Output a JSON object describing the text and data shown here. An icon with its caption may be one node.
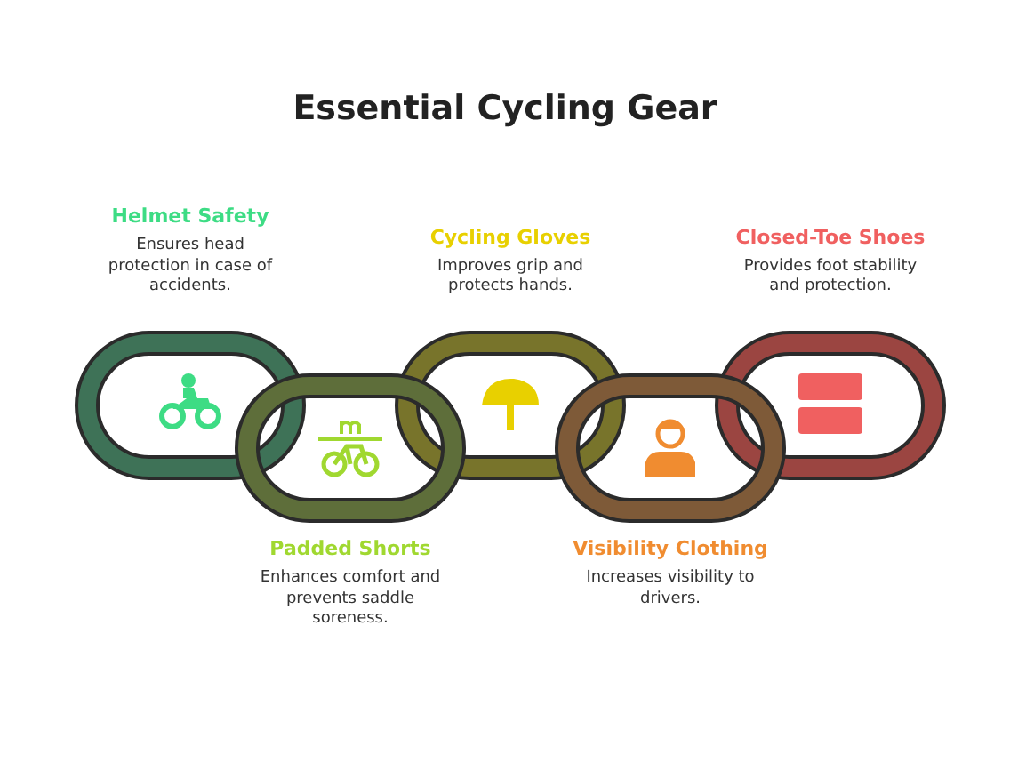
{
  "diagram": {
    "title": "Essential Cycling Gear",
    "nodes": [
      {
        "text": [
          "Helmet Safety",
          "Ensures head protection in case of accidents."
        ]
      },
      {
        "text": [
          "Padded Shorts",
          "Enhances comfort and prevents saddle soreness."
        ]
      },
      {
        "text": [
          "Cycling Gloves",
          "Improves grip and protects hands."
        ]
      },
      {
        "text": [
          "Visibility Clothing",
          "Increases visibility to drivers."
        ]
      },
      {
        "text": [
          "Closed-Toe Shoes",
          "Provides foot stability and protection."
        ]
      }
    ]
  }
}
